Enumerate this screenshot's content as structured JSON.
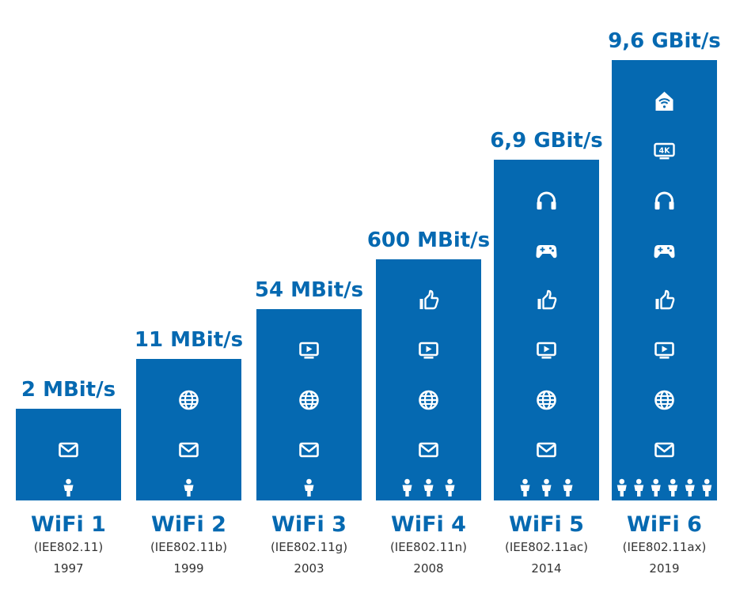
{
  "chart_data": {
    "type": "bar",
    "categories": [
      "WiFi 1",
      "WiFi 2",
      "WiFi 3",
      "WiFi 4",
      "WiFi 5",
      "WiFi 6"
    ],
    "standards": [
      "(IEE802.11)",
      "(IEE802.11b)",
      "(IEE802.11g)",
      "(IEE802.11n)",
      "(IEE802.11ac)",
      "(IEE802.11ax)"
    ],
    "years": [
      "1997",
      "1999",
      "2003",
      "2008",
      "2014",
      "2019"
    ],
    "value_labels": [
      "2 MBit/s",
      "11 MBit/s",
      "54 MBit/s",
      "600 MBit/s",
      "6,9 GBit/s",
      "9,6 GBit/s"
    ],
    "values": [
      2,
      11,
      54,
      600,
      6900,
      9600
    ],
    "unit": "MBit/s",
    "icons": [
      [
        "mail-icon"
      ],
      [
        "mail-icon",
        "globe-icon"
      ],
      [
        "mail-icon",
        "globe-icon",
        "tv-icon"
      ],
      [
        "mail-icon",
        "globe-icon",
        "tv-icon",
        "thumbs-up-icon"
      ],
      [
        "mail-icon",
        "globe-icon",
        "tv-icon",
        "thumbs-up-icon",
        "gamepad-icon",
        "headphones-icon"
      ],
      [
        "mail-icon",
        "globe-icon",
        "tv-icon",
        "thumbs-up-icon",
        "gamepad-icon",
        "headphones-icon",
        "tv-4k-icon",
        "smart-home-icon"
      ]
    ],
    "users": [
      1,
      1,
      1,
      3,
      3,
      6
    ],
    "tv_4k_text": "4K",
    "colors": {
      "bar": "#0569b1",
      "speed_text": "#0569b1",
      "name_text": "#0569b1",
      "detail_text": "#333333",
      "icon": "#ffffff"
    }
  }
}
